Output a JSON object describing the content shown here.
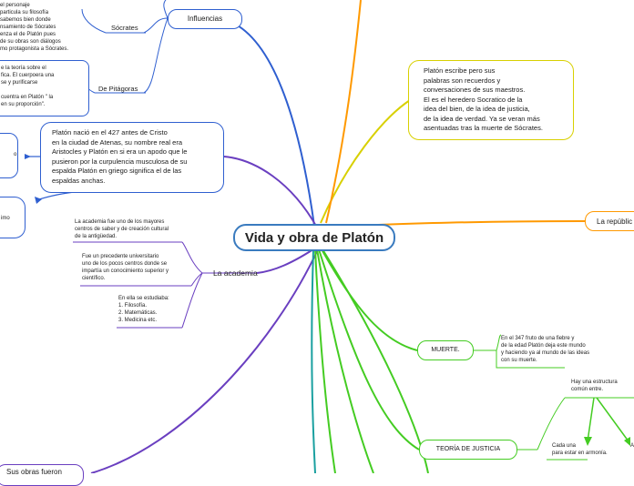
{
  "central": {
    "title": "Vida y obra de Platón",
    "color": "#3a7bbf"
  },
  "branches": {
    "influencias": "Influencias",
    "socrates": "Sócrates",
    "socrates_note": "el personaje\nparticula su filosofía\nsabemos bien donde\nnsamiento de Sócrates\nenza el de Platón pues\nde su obras son diálogos\nmo protagonista a Sócrates.",
    "pitagoras": "De Pitágoras",
    "pitagoras_note": "e la teoría sobre el\nfica. El cuerpoera una\nse y purificarse\n\ncuentra en Platón \" la\nen su proporción\".",
    "nacimiento": "Platón nació en el 427 antes de Cristo\nen la ciudad de Atenas, su nombre real era\nAristocles y Platón en si era un apodo que le\npusieron por la curpulencia musculosa de su\nespalda Platón en griego significa el de las\nespaldas anchas.",
    "left_box1": "o",
    "left_box2": "imo",
    "academia": "La academia",
    "academia_note1": "La academia fue uno de los mayores\ncentros de saber y de creación cultural\nde la antigüedad.",
    "academia_note2": "Fue un precedente universitario\nuno de los pocos centros donde se\nimpartía un conocimiento superior y\ncientífico.",
    "academia_note3": "En ella se estudiaba:\n1. Filosofía.\n2. Matemáticas.\n3. Medicina etc.",
    "obras": "Sus obras fueron",
    "escribe": "Platón escribe pero sus\npalabras son recuerdos y\nconversaciones de sus maestros.\nEl es el heredero Socratico de la\nidea del bien, de la idea de justicia,\nde la idea de verdad. Ya se veran más\nasentuadas tras la muerte de Sócrates.",
    "republica": "La repúblic",
    "muerte": "MUERTE.",
    "muerte_note": "En el 347 fruto de una fiebre y\nde la edad Platón deja este mundo\ny haciendo ya al mundo de las ideas\ncon su muerte.",
    "justicia": "TEORÍA DE JUSTICIA",
    "justicia_note1": "Hay una estructura\ncomún entre.",
    "justicia_note2": "Cada una\npara estar en armonía.",
    "justicia_note3": "A"
  },
  "colors": {
    "blue": "#2f5fd0",
    "purple": "#6a3fc0",
    "yellow": "#d8d000",
    "orange": "#ff9900",
    "green": "#44cc22",
    "teal": "#1aa0a0"
  }
}
